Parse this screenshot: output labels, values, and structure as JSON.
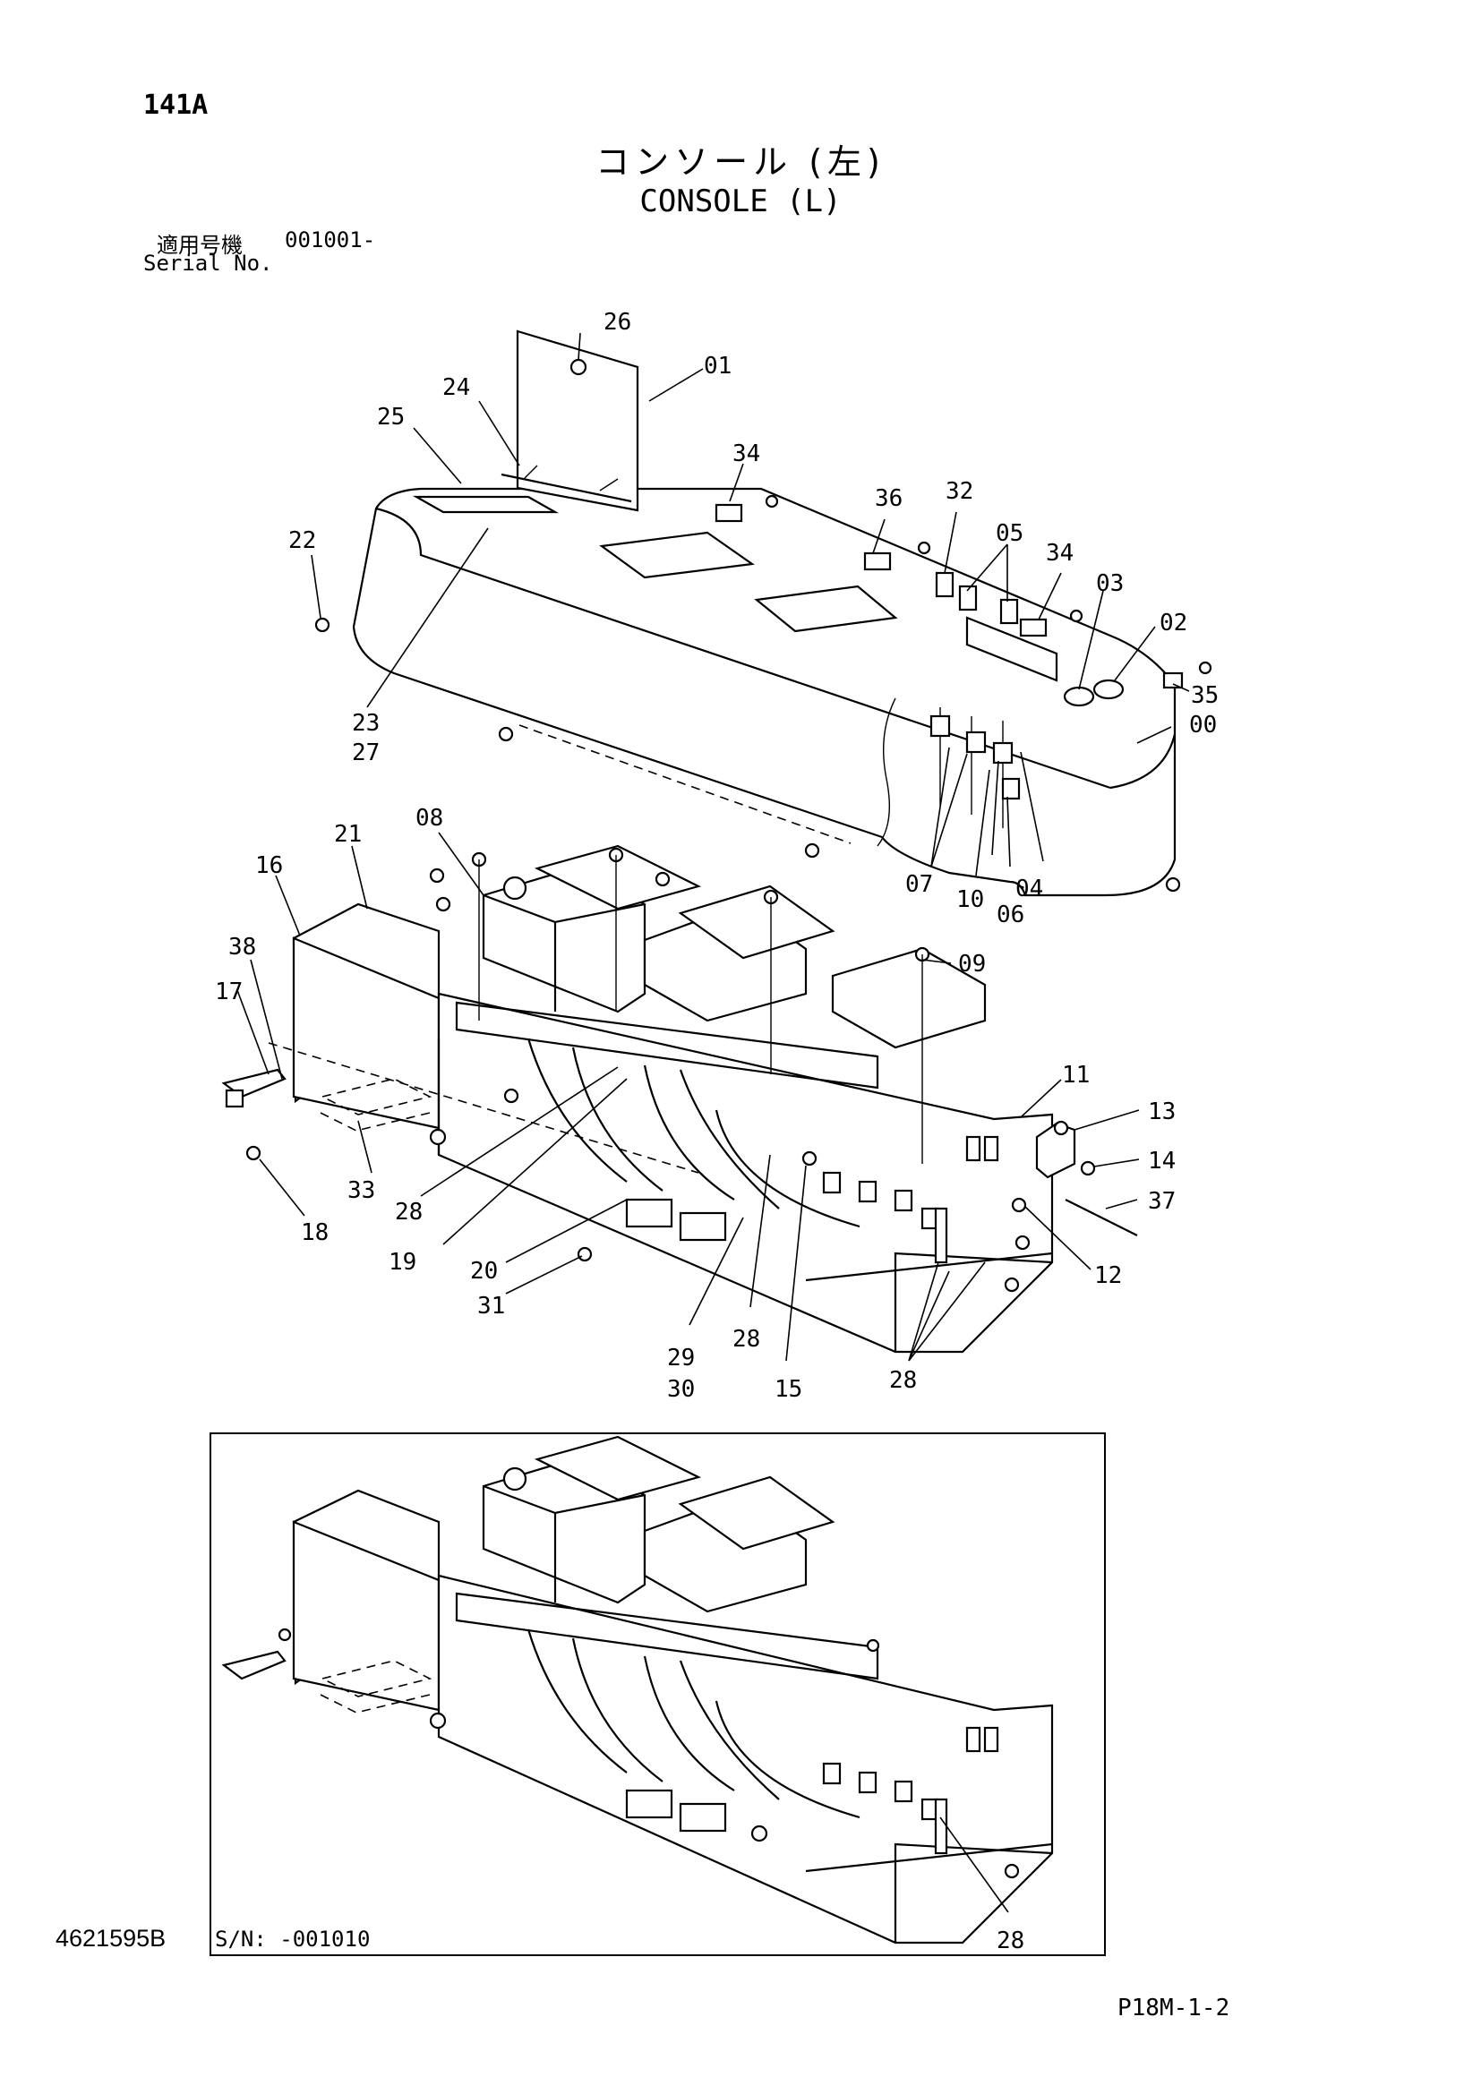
{
  "header": {
    "page_code": "141A",
    "title_jp": "コンソール (左)",
    "title_en": "CONSOLE (L)",
    "serial_label_jp": "適用号機",
    "serial_range": "001001-",
    "serial_label_en": "Serial No."
  },
  "callouts": [
    "26",
    "01",
    "24",
    "25",
    "34",
    "36",
    "32",
    "05",
    "34",
    "03",
    "02",
    "22",
    "35",
    "00",
    "23",
    "27",
    "08",
    "21",
    "16",
    "09",
    "10",
    "07",
    "06",
    "04",
    "38",
    "17",
    "11",
    "13",
    "14",
    "37",
    "12",
    "33",
    "18",
    "28",
    "19",
    "20",
    "31",
    "29",
    "30",
    "15",
    "28",
    "28"
  ],
  "inset": {
    "serial_note": "S/N: -001010",
    "callouts": [
      "28"
    ]
  },
  "footer": {
    "doc_number": "4621595B",
    "page_ref": "P18M-1-2"
  }
}
